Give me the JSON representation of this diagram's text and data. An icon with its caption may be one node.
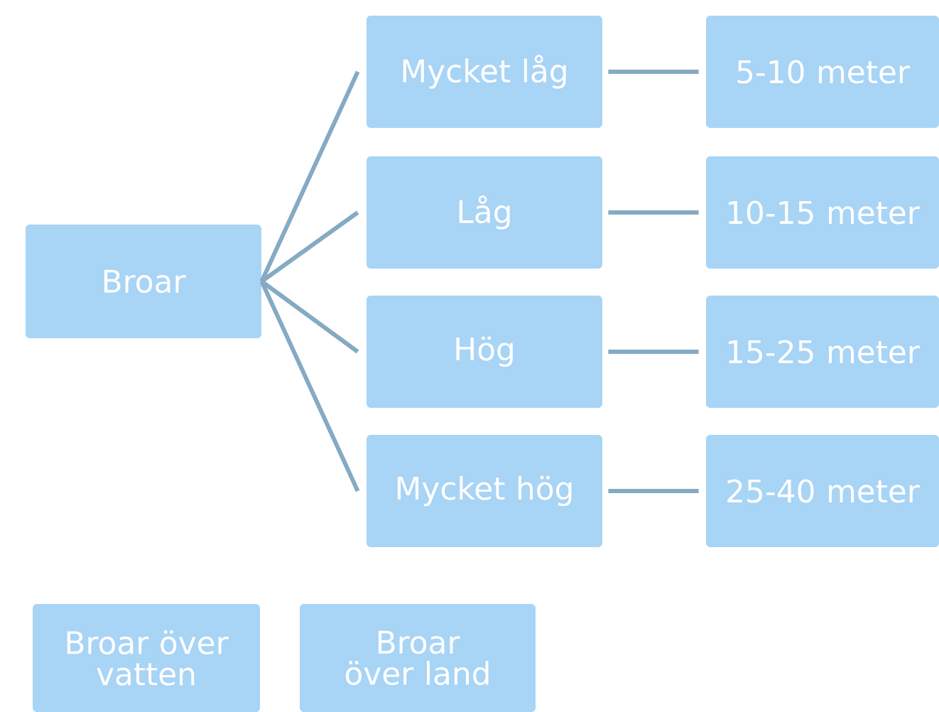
{
  "diagram": {
    "nodes": [
      {
        "text": [
          "Broar"
        ]
      },
      {
        "text": [
          "Mycket låg"
        ]
      },
      {
        "text": [
          "Låg"
        ]
      },
      {
        "text": [
          "Hög"
        ]
      },
      {
        "text": [
          "Mycket hög"
        ]
      },
      {
        "text": [
          "5-10 meter"
        ]
      },
      {
        "text": [
          "10-15 meter"
        ]
      },
      {
        "text": [
          "15-25 meter"
        ]
      },
      {
        "text": [
          "25-40 meter"
        ]
      },
      {
        "text": [
          "Broar över vatten"
        ]
      },
      {
        "text": [
          "Broar över land"
        ]
      }
    ],
    "edges": [
      {
        "from": 0,
        "to": 1,
        "arrow": "none"
      },
      {
        "from": 0,
        "to": 2,
        "arrow": "none"
      },
      {
        "from": 0,
        "to": 3,
        "arrow": "none"
      },
      {
        "from": 0,
        "to": 4,
        "arrow": "none"
      },
      {
        "from": 1,
        "to": 5,
        "arrow": "none"
      },
      {
        "from": 2,
        "to": 6,
        "arrow": "none"
      },
      {
        "from": 3,
        "to": 7,
        "arrow": "none"
      },
      {
        "from": 4,
        "to": 8,
        "arrow": "none"
      }
    ]
  }
}
